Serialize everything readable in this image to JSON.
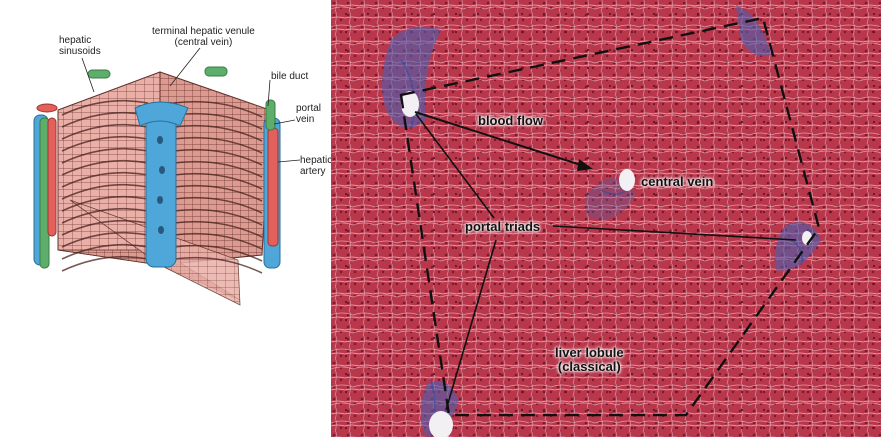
{
  "diagram": {
    "labels": {
      "hepatic_sinusoids": [
        "hepatic",
        "sinusoids"
      ],
      "terminal_hepatic_venule": [
        "terminal hepatic venule",
        "(central vein)"
      ],
      "bile_duct": "bile duct",
      "portal_vein": [
        "portal",
        "vein"
      ],
      "hepatic_artery": [
        "hepatic",
        "artery"
      ]
    }
  },
  "micrograph": {
    "labels": {
      "blood_flow": "blood flow",
      "central_vein": "central vein",
      "portal_triads": "portal triads",
      "liver_lobule": [
        "liver lobule",
        "(classical)"
      ]
    }
  },
  "colors": {
    "tissue_base": "#b8374b",
    "tissue_dark": "#9b2438",
    "stroma_blue": "#4a5fb0",
    "vessel_white": "#f3f0f4",
    "schematic_pink": "#e8a6a0",
    "schematic_dark": "#7a3e36",
    "central_vein_blue": "#4fa6d8",
    "portal_vein_blue": "#4fa6d8",
    "bile_duct_green": "#5cae6a",
    "hepatic_artery_red": "#e4605a"
  }
}
